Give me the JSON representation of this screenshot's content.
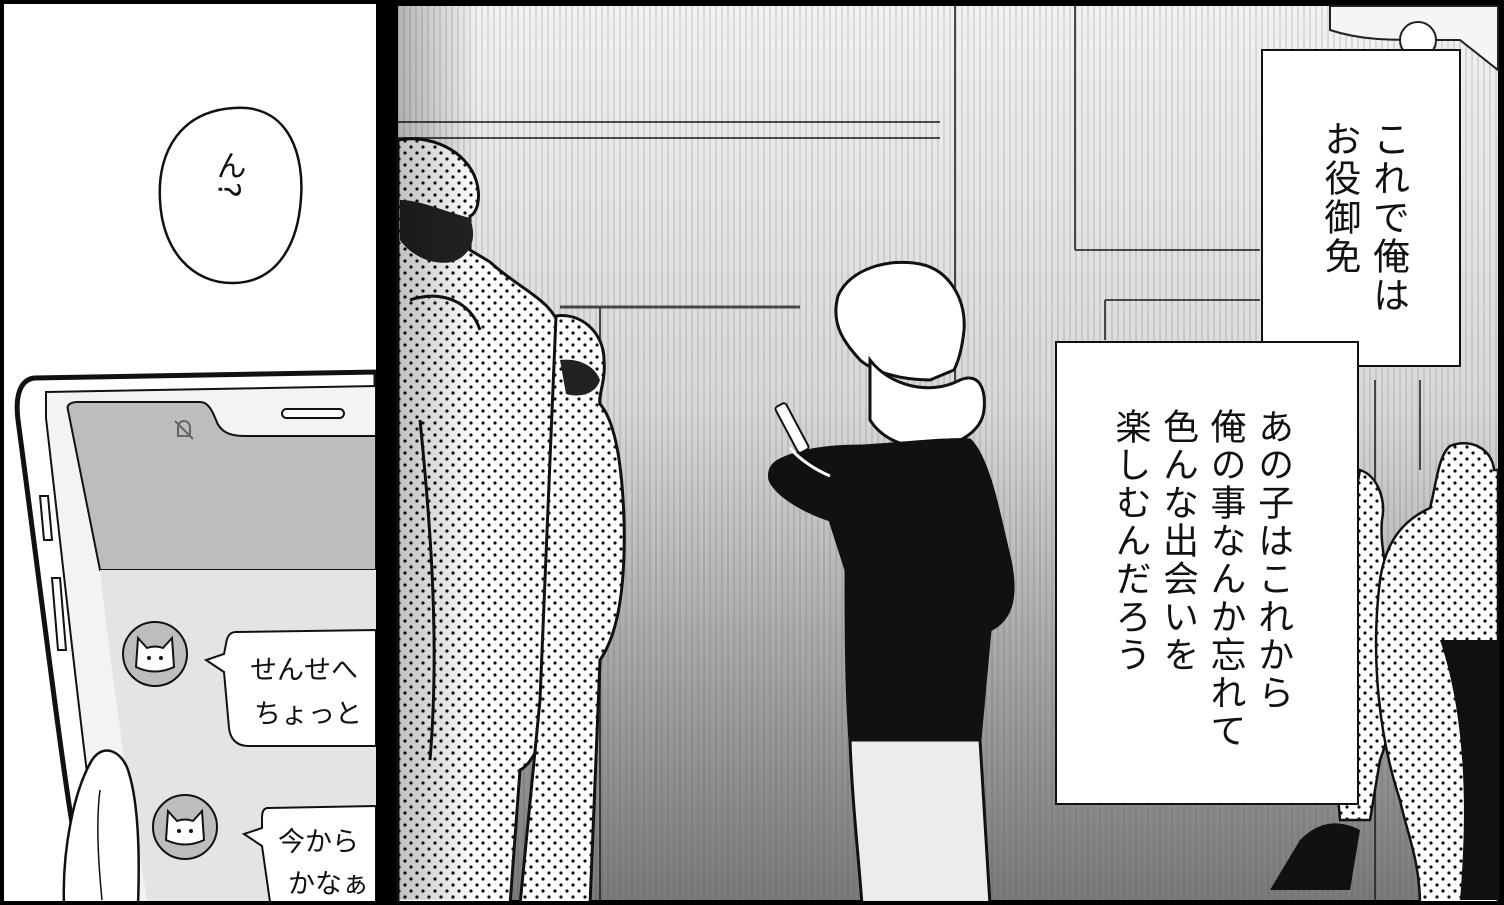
{
  "left_panel": {
    "speech_bubble": "ん?",
    "chat": [
      {
        "line1": "せんせへ",
        "line2": "ちょっと"
      },
      {
        "line1": "今から",
        "line2": "かなぁ"
      }
    ]
  },
  "right_panel": {
    "caption_top": "これで俺は\nお役御免",
    "caption_bottom": "あの子はこれから\n俺の事なんか忘れて\n色んな出会いを\n楽しむんだろう"
  }
}
